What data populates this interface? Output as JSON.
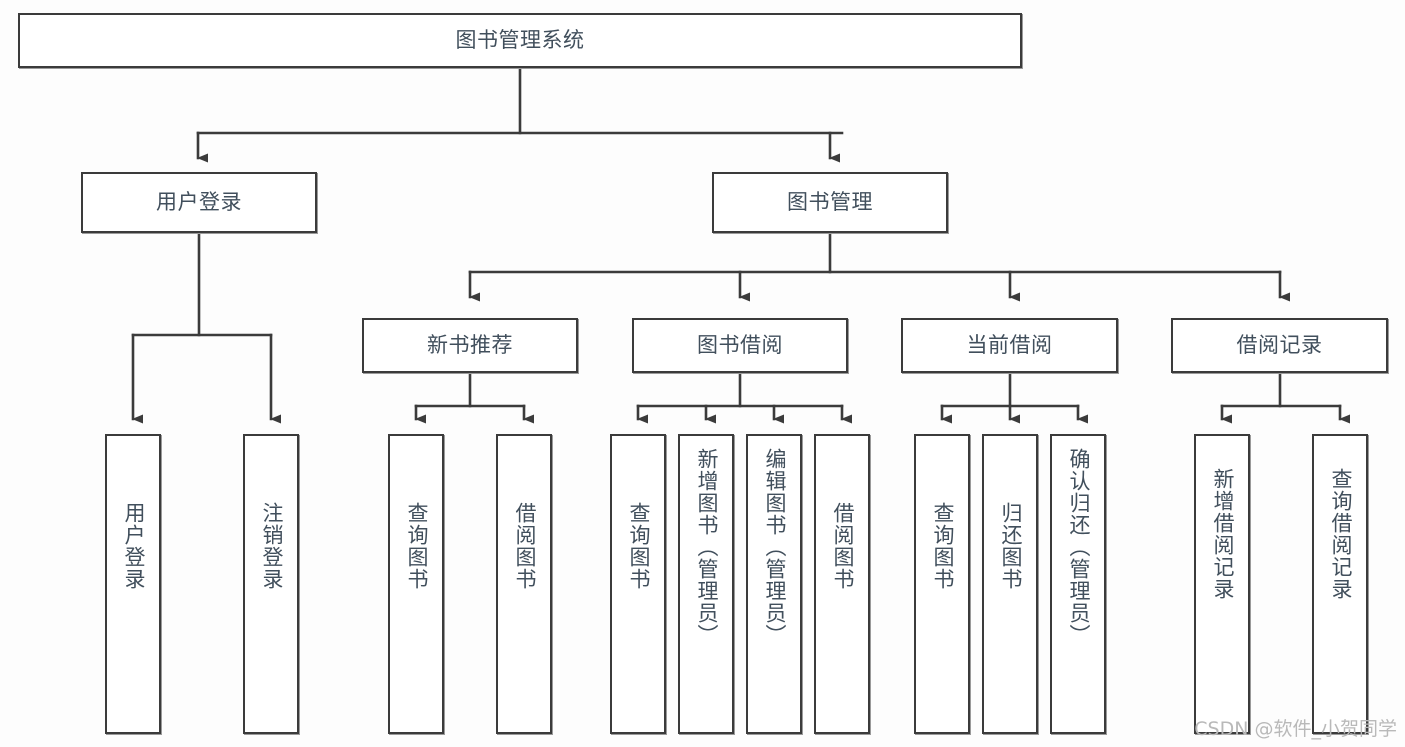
{
  "diagram": {
    "title": "图书管理系统",
    "type": "tree-hierarchy-chart",
    "watermark": "CSDN @软件_小贺同学",
    "colors": {
      "background": "#fdfdfd",
      "box_fill": "#ffffff",
      "box_border": "#3b3b3b",
      "text": "#414f5c",
      "connector": "#3b3b3b",
      "watermark": "#b9b9b9"
    },
    "nodes": {
      "root": {
        "label": "图书管理系统"
      },
      "level2": [
        {
          "label": "用户登录"
        },
        {
          "label": "图书管理"
        }
      ],
      "level3": [
        {
          "label": "新书推荐"
        },
        {
          "label": "图书借阅"
        },
        {
          "label": "当前借阅"
        },
        {
          "label": "借阅记录"
        }
      ],
      "leaves": [
        {
          "label": "用户登录"
        },
        {
          "label": "注销登录"
        },
        {
          "label": "查询图书"
        },
        {
          "label": "借阅图书"
        },
        {
          "label": "查询图书"
        },
        {
          "label": "新增图书（管理员）"
        },
        {
          "label": "编辑图书（管理员）"
        },
        {
          "label": "借阅图书"
        },
        {
          "label": "查询图书"
        },
        {
          "label": "归还图书"
        },
        {
          "label": "确认归还（管理员）"
        },
        {
          "label": "新增借阅记录"
        },
        {
          "label": "查询借阅记录"
        }
      ]
    }
  }
}
